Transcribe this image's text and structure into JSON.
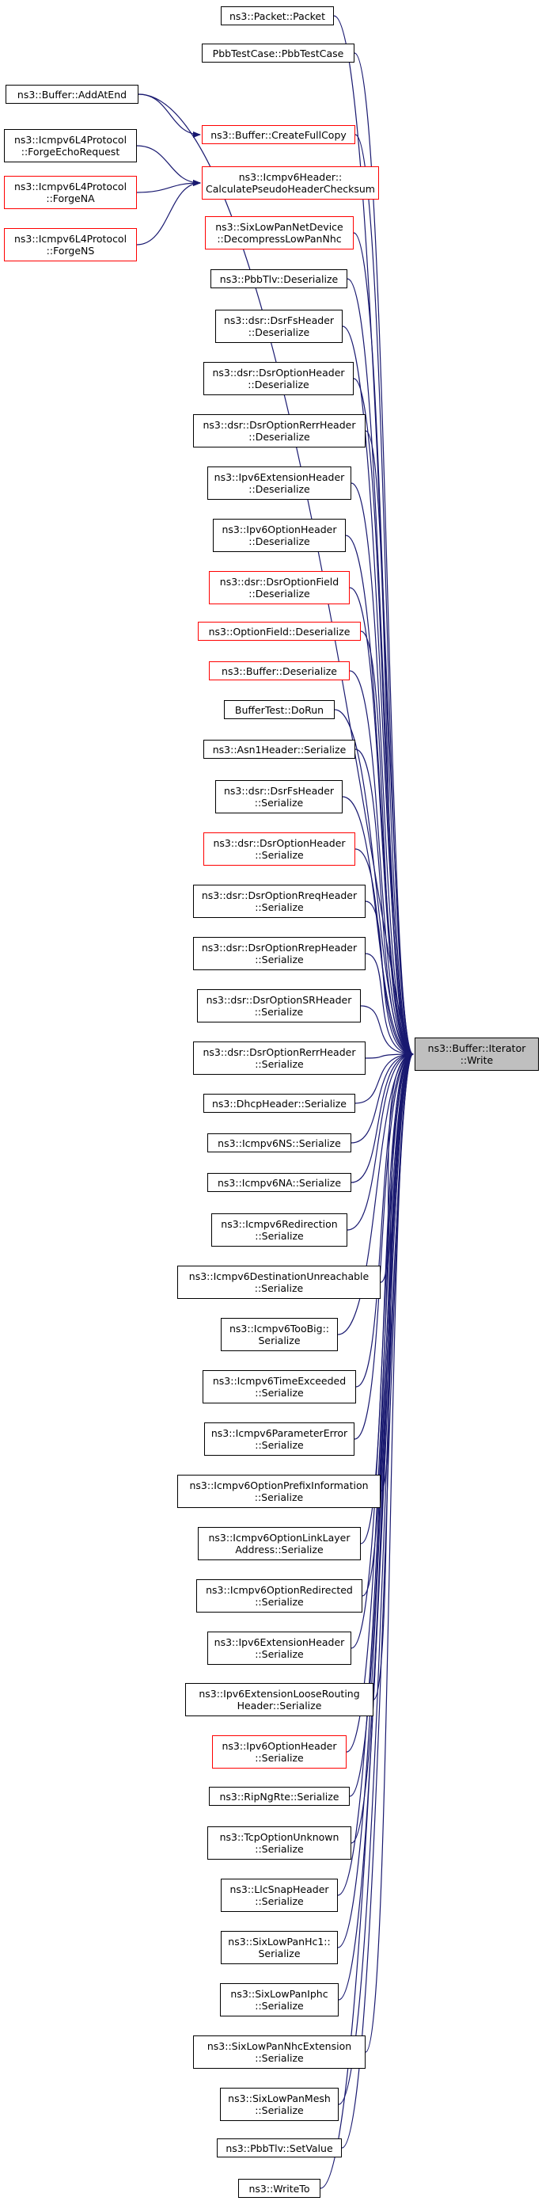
{
  "diagram": {
    "title": "",
    "target": {
      "label": "ns3::Buffer::Iterator\n::Write"
    },
    "callers": [
      {
        "label": "ns3::Packet::Packet",
        "highlight": false
      },
      {
        "label": "PbbTestCase::PbbTestCase",
        "highlight": false
      },
      {
        "label": "ns3::Buffer::AddAtEnd",
        "highlight": false
      },
      {
        "label": "ns3::Buffer::CreateFullCopy",
        "highlight": true
      },
      {
        "label": "ns3::Icmpv6L4Protocol\n::ForgeEchoRequest",
        "highlight": false
      },
      {
        "label": "ns3::Icmpv6Header::\nCalculatePseudoHeaderChecksum",
        "highlight": true
      },
      {
        "label": "ns3::Icmpv6L4Protocol\n::ForgeNA",
        "highlight": true
      },
      {
        "label": "ns3::Icmpv6L4Protocol\n::ForgeNS",
        "highlight": true
      },
      {
        "label": "ns3::SixLowPanNetDevice\n::DecompressLowPanNhc",
        "highlight": true
      },
      {
        "label": "ns3::PbbTlv::Deserialize",
        "highlight": false
      },
      {
        "label": "ns3::dsr::DsrFsHeader\n::Deserialize",
        "highlight": false
      },
      {
        "label": "ns3::dsr::DsrOptionHeader\n::Deserialize",
        "highlight": false
      },
      {
        "label": "ns3::dsr::DsrOptionRerrHeader\n::Deserialize",
        "highlight": false
      },
      {
        "label": "ns3::Ipv6ExtensionHeader\n::Deserialize",
        "highlight": false
      },
      {
        "label": "ns3::Ipv6OptionHeader\n::Deserialize",
        "highlight": false
      },
      {
        "label": "ns3::dsr::DsrOptionField\n::Deserialize",
        "highlight": true
      },
      {
        "label": "ns3::OptionField::Deserialize",
        "highlight": true
      },
      {
        "label": "ns3::Buffer::Deserialize",
        "highlight": true
      },
      {
        "label": "BufferTest::DoRun",
        "highlight": false
      },
      {
        "label": "ns3::Asn1Header::Serialize",
        "highlight": false
      },
      {
        "label": "ns3::dsr::DsrFsHeader\n::Serialize",
        "highlight": false
      },
      {
        "label": "ns3::dsr::DsrOptionHeader\n::Serialize",
        "highlight": true
      },
      {
        "label": "ns3::dsr::DsrOptionRreqHeader\n::Serialize",
        "highlight": false
      },
      {
        "label": "ns3::dsr::DsrOptionRrepHeader\n::Serialize",
        "highlight": false
      },
      {
        "label": "ns3::dsr::DsrOptionSRHeader\n::Serialize",
        "highlight": false
      },
      {
        "label": "ns3::dsr::DsrOptionRerrHeader\n::Serialize",
        "highlight": false
      },
      {
        "label": "ns3::DhcpHeader::Serialize",
        "highlight": false
      },
      {
        "label": "ns3::Icmpv6NS::Serialize",
        "highlight": false
      },
      {
        "label": "ns3::Icmpv6NA::Serialize",
        "highlight": false
      },
      {
        "label": "ns3::Icmpv6Redirection\n::Serialize",
        "highlight": false
      },
      {
        "label": "ns3::Icmpv6DestinationUnreachable\n::Serialize",
        "highlight": false
      },
      {
        "label": "ns3::Icmpv6TooBig::\nSerialize",
        "highlight": false
      },
      {
        "label": "ns3::Icmpv6TimeExceeded\n::Serialize",
        "highlight": false
      },
      {
        "label": "ns3::Icmpv6ParameterError\n::Serialize",
        "highlight": false
      },
      {
        "label": "ns3::Icmpv6OptionPrefixInformation\n::Serialize",
        "highlight": false
      },
      {
        "label": "ns3::Icmpv6OptionLinkLayer\nAddress::Serialize",
        "highlight": false
      },
      {
        "label": "ns3::Icmpv6OptionRedirected\n::Serialize",
        "highlight": false
      },
      {
        "label": "ns3::Ipv6ExtensionHeader\n::Serialize",
        "highlight": false
      },
      {
        "label": "ns3::Ipv6ExtensionLooseRouting\nHeader::Serialize",
        "highlight": false
      },
      {
        "label": "ns3::Ipv6OptionHeader\n::Serialize",
        "highlight": true
      },
      {
        "label": "ns3::RipNgRte::Serialize",
        "highlight": false
      },
      {
        "label": "ns3::TcpOptionUnknown\n::Serialize",
        "highlight": false
      },
      {
        "label": "ns3::LlcSnapHeader\n::Serialize",
        "highlight": false
      },
      {
        "label": "ns3::SixLowPanHc1::\nSerialize",
        "highlight": false
      },
      {
        "label": "ns3::SixLowPanIphc\n::Serialize",
        "highlight": false
      },
      {
        "label": "ns3::SixLowPanNhcExtension\n::Serialize",
        "highlight": false
      },
      {
        "label": "ns3::SixLowPanMesh\n::Serialize",
        "highlight": false
      },
      {
        "label": "ns3::PbbTlv::SetValue",
        "highlight": false
      },
      {
        "label": "ns3::WriteTo",
        "highlight": false
      }
    ],
    "edge_color": "#191970",
    "highlight_color": "#ff0000",
    "target_fill": "#bfbfbf"
  }
}
